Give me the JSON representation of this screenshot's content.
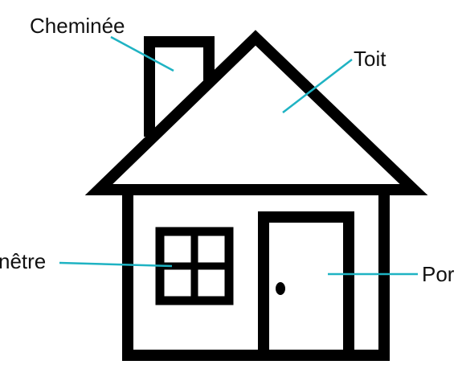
{
  "labels": {
    "chimney": "Cheminée",
    "roof": "Toit",
    "window": "nêtre",
    "door": "Por"
  },
  "colors": {
    "outline": "#000000",
    "leader_line": "#1fb3c3",
    "text": "#111111",
    "background": "#ffffff"
  }
}
